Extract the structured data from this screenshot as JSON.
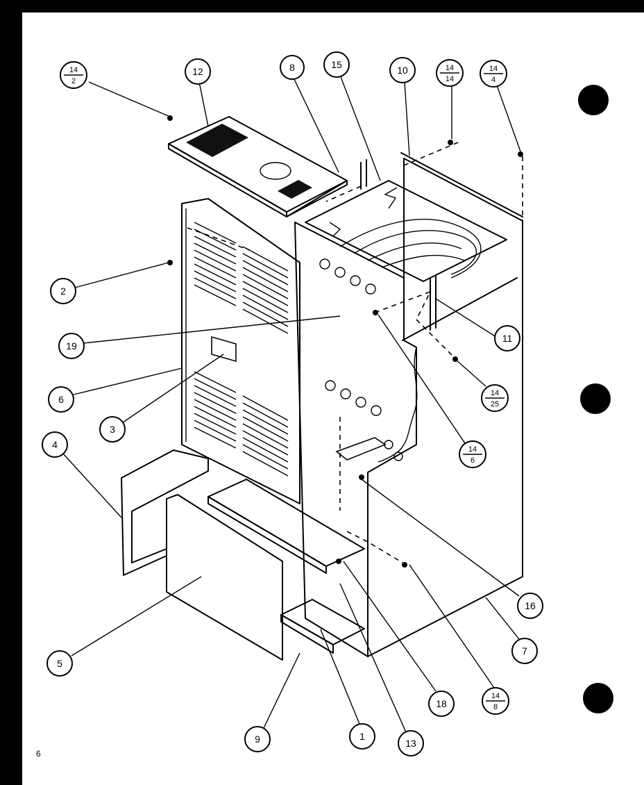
{
  "page_number": "6",
  "callouts": [
    {
      "id": "c12",
      "label": "12"
    },
    {
      "id": "c8",
      "label": "8"
    },
    {
      "id": "c15",
      "label": "15"
    },
    {
      "id": "c10",
      "label": "10"
    },
    {
      "id": "c2",
      "label": "2"
    },
    {
      "id": "c19",
      "label": "19"
    },
    {
      "id": "c6",
      "label": "6"
    },
    {
      "id": "c3",
      "label": "3"
    },
    {
      "id": "c4",
      "label": "4"
    },
    {
      "id": "c11",
      "label": "11"
    },
    {
      "id": "c16",
      "label": "16"
    },
    {
      "id": "c7",
      "label": "7"
    },
    {
      "id": "c5",
      "label": "5"
    },
    {
      "id": "c9",
      "label": "9"
    },
    {
      "id": "c1",
      "label": "1"
    },
    {
      "id": "c13",
      "label": "13"
    },
    {
      "id": "c18",
      "label": "18"
    }
  ],
  "fractions": [
    {
      "id": "f14_2",
      "num": "14",
      "den": "2"
    },
    {
      "id": "f14_14",
      "num": "14",
      "den": "14"
    },
    {
      "id": "f14_4",
      "num": "14",
      "den": "4"
    },
    {
      "id": "f14_25",
      "num": "14",
      "den": "25"
    },
    {
      "id": "f14_6",
      "num": "14",
      "den": "6"
    },
    {
      "id": "f14_8",
      "num": "14",
      "den": "8"
    }
  ],
  "colors": {
    "ink": "#000000",
    "paper": "#ffffff",
    "border": "#000000"
  }
}
